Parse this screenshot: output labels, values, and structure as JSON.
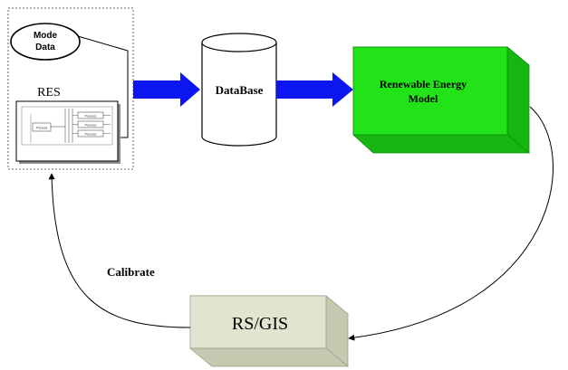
{
  "diagram": {
    "source_group": {
      "mode_data_line1": "Mode",
      "mode_data_line2": "Data",
      "res_label": "RES",
      "inner_box_label": "Process",
      "inner_rows": [
        "Process",
        "Process",
        "Process"
      ]
    },
    "database_label": "DataBase",
    "model_label_line1": "Renewable Energy",
    "model_label_line2": "Model",
    "rsgis_label": "RS/GIS",
    "calibrate_label": "Calibrate",
    "colors": {
      "arrow_blue": "#0b16f0",
      "model_green": "#22e318",
      "model_green_top": "#7df07a",
      "model_green_side": "#17b512",
      "rsgis_front": "#dfe5cf",
      "rsgis_top": "#eef1e4",
      "rsgis_side": "#c3cab0"
    }
  }
}
